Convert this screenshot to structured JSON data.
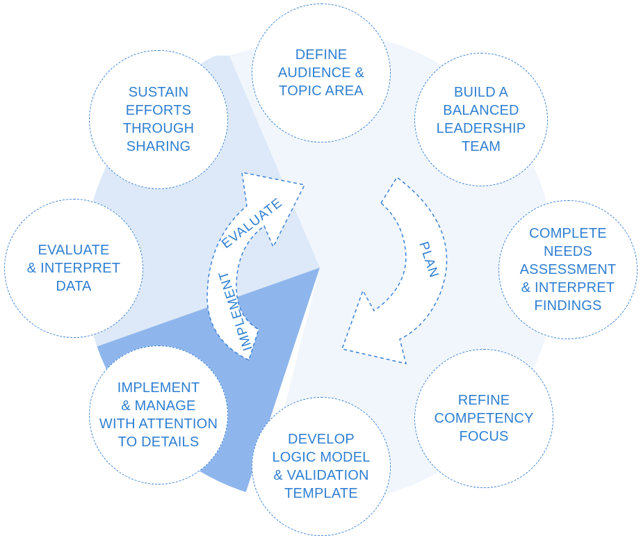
{
  "phases": {
    "plan": "PLAN",
    "implement": "IMPLEMENT",
    "evaluate": "EVALUATE"
  },
  "steps": [
    "DEFINE\nAUDIENCE &\nTOPIC AREA",
    "BUILD A\nBALANCED\nLEADERSHIP\nTEAM",
    "COMPLETE\nNEEDS\nASSESSMENT\n& INTERPRET\nFINDINGS",
    "REFINE\nCOMPETENCY\nFOCUS",
    "DEVELOP\nLOGIC MODEL\n& VALIDATION\nTEMPLATE",
    "IMPLEMENT\n& MANAGE\nWITH ATTENTION\nTO DETAILS",
    "EVALUATE\n& INTERPRET\nDATA",
    "SUSTAIN\nEFFORTS\nTHROUGH\nSHARING"
  ],
  "colors": {
    "plan_sector": "#f1f6fd",
    "evaluate_sector": "#dde9f8",
    "implement_sector": "#8fb6ec",
    "accent": "#2f7fd1",
    "border": "#3b82d6"
  }
}
